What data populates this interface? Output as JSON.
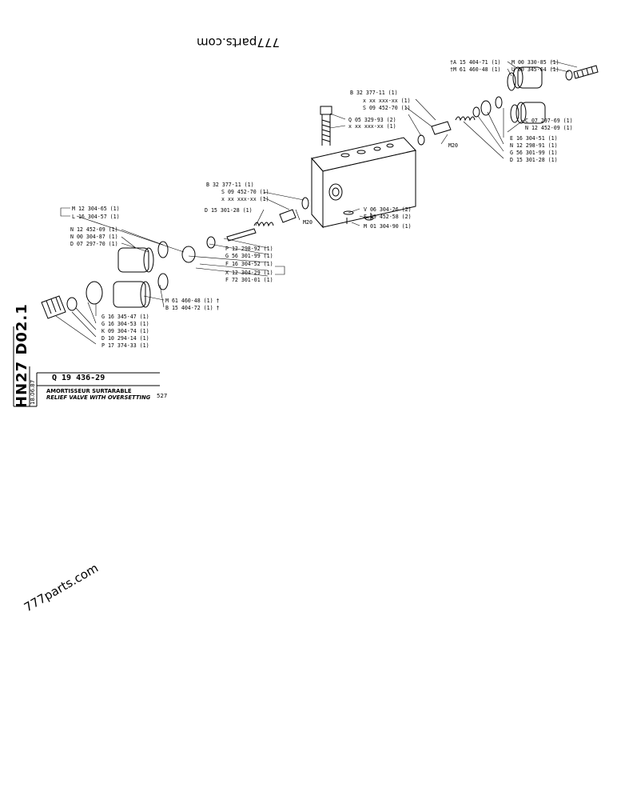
{
  "sheet": {
    "code_vertical": "HN27 D02.1",
    "date": "18.06.87",
    "part_number": "Q 19 436-29",
    "title_fr": "AMORTISSEUR SURTARABLE",
    "title_en": "RELIEF VALVE WITH OVERSETTING",
    "page_ref": "527"
  },
  "watermarks": [
    "777parts.com",
    "777parts.com"
  ],
  "callouts": [
    "M 00 330-85 (1)",
    "U 00 345-64 (1)",
    "†A 15 404-71 (1)",
    "†M 61 460-48 (1)",
    "B 32 377-11 (1)",
    "x xx xxx-xx (1)",
    "S 09 452-70 (1)",
    "Q 05 329-93 (2)",
    "x xx xxx-xx (1)",
    "M20",
    "C 07 297-69 (1)",
    "N 12 452-09 (1)",
    "E 16 304-51 (1)",
    "N 12 298-91 (1)",
    "G 56 301-99 (1)",
    "D 15 301-28 (1)",
    "B 32 377-11 (1)",
    "S 09 452-70 (1)",
    "x xx xxx-xx (1)",
    "D 15 301-28 (1)",
    "M20",
    "V 06 304-26 (2)",
    "E 09 452-58 (2)",
    "M 01 304-90 (1)",
    "M 12 304-65 (1)",
    "L 16 304-57 (1)",
    "N 12 452-09 (1)",
    "N 00 304-87 (1)",
    "D 07 297-70 (1)",
    "P 12 298-92 (1)",
    "G 56 301-99 (1)",
    "F 16 304-52 (1)",
    "X 12 304-29 (1)",
    "F 72 301-01 (1)",
    "M 61 460-48 (1) †",
    "B 15 404-72 (1) †",
    "G 16 345-47 (1)",
    "G 16 304-53 (1)",
    "K 09 304-74 (1)",
    "D 10 294-14 (1)",
    "P 17 374-33 (1)"
  ]
}
